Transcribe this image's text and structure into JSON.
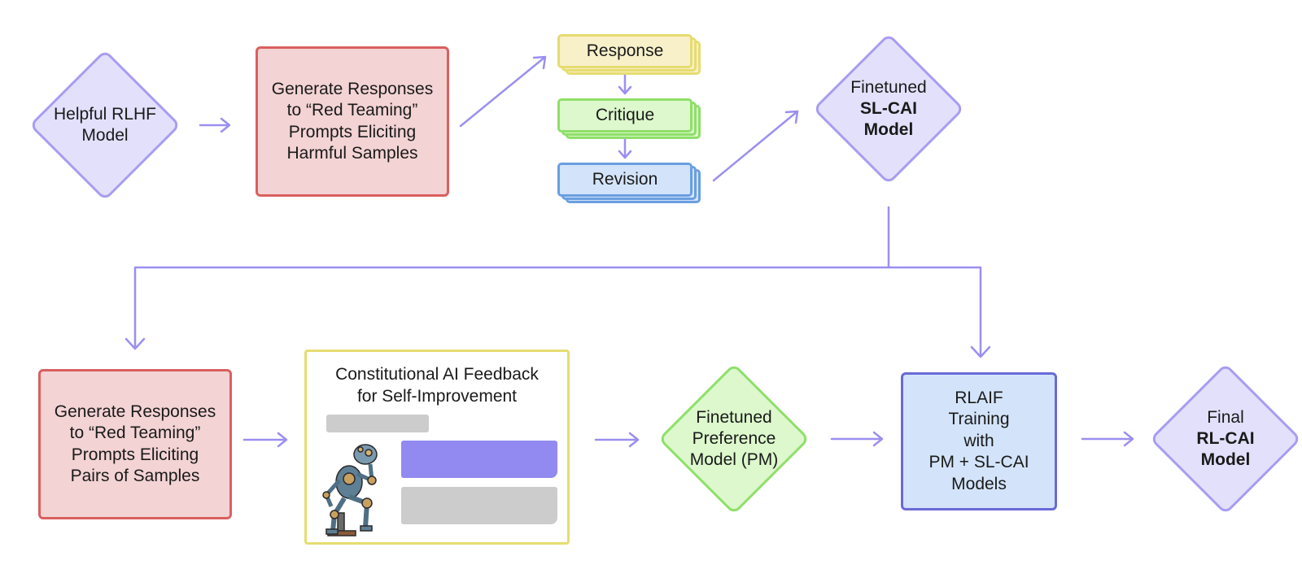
{
  "nodes": {
    "helpful_rlhf": {
      "line1": "Helpful RLHF",
      "line2": "Model"
    },
    "generate_harmful": {
      "line1": "Generate Responses",
      "line2": "to “Red Teaming”",
      "line3": "Prompts Eliciting",
      "line4": "Harmful Samples"
    },
    "response": {
      "label": "Response"
    },
    "critique": {
      "label": "Critique"
    },
    "revision": {
      "label": "Revision"
    },
    "finetuned_slcai": {
      "line1": "Finetuned",
      "line2": "SL-CAI",
      "line3": "Model"
    },
    "generate_pairs": {
      "line1": "Generate Responses",
      "line2": "to “Red Teaming”",
      "line3": "Prompts Eliciting",
      "line4": "Pairs of Samples"
    },
    "constitutional": {
      "line1": "Constitutional AI Feedback",
      "line2": "for Self-Improvement"
    },
    "preference_model": {
      "line1": "Finetuned",
      "line2": "Preference",
      "line3": "Model (PM)"
    },
    "rlaif": {
      "line1": "RLAIF",
      "line2": "Training",
      "line3": "with",
      "line4": "PM + SL-CAI",
      "line5": "Models"
    },
    "final": {
      "line1": "Final",
      "line2": "RL-CAI",
      "line3": "Model"
    }
  },
  "colors": {
    "arrow": "#9b8ff0",
    "diamond_purple_fill": "#e3e0fb",
    "diamond_purple_border": "#a89cf2",
    "red_fill": "#f3d3d4",
    "red_border": "#d9605f",
    "yellow_fill": "#f7f0c9",
    "yellow_border": "#e6dc70",
    "green_fill": "#dcf8cc",
    "green_border": "#8fdf6a",
    "blue_fill": "#d3e4fa",
    "blue_border": "#6a9fe0",
    "rlaif_border": "#6a6ad8",
    "chat_purple": "#928af0",
    "chat_gray": "#cccccc"
  },
  "illustration": {
    "icon": "thinker-robot-icon"
  }
}
